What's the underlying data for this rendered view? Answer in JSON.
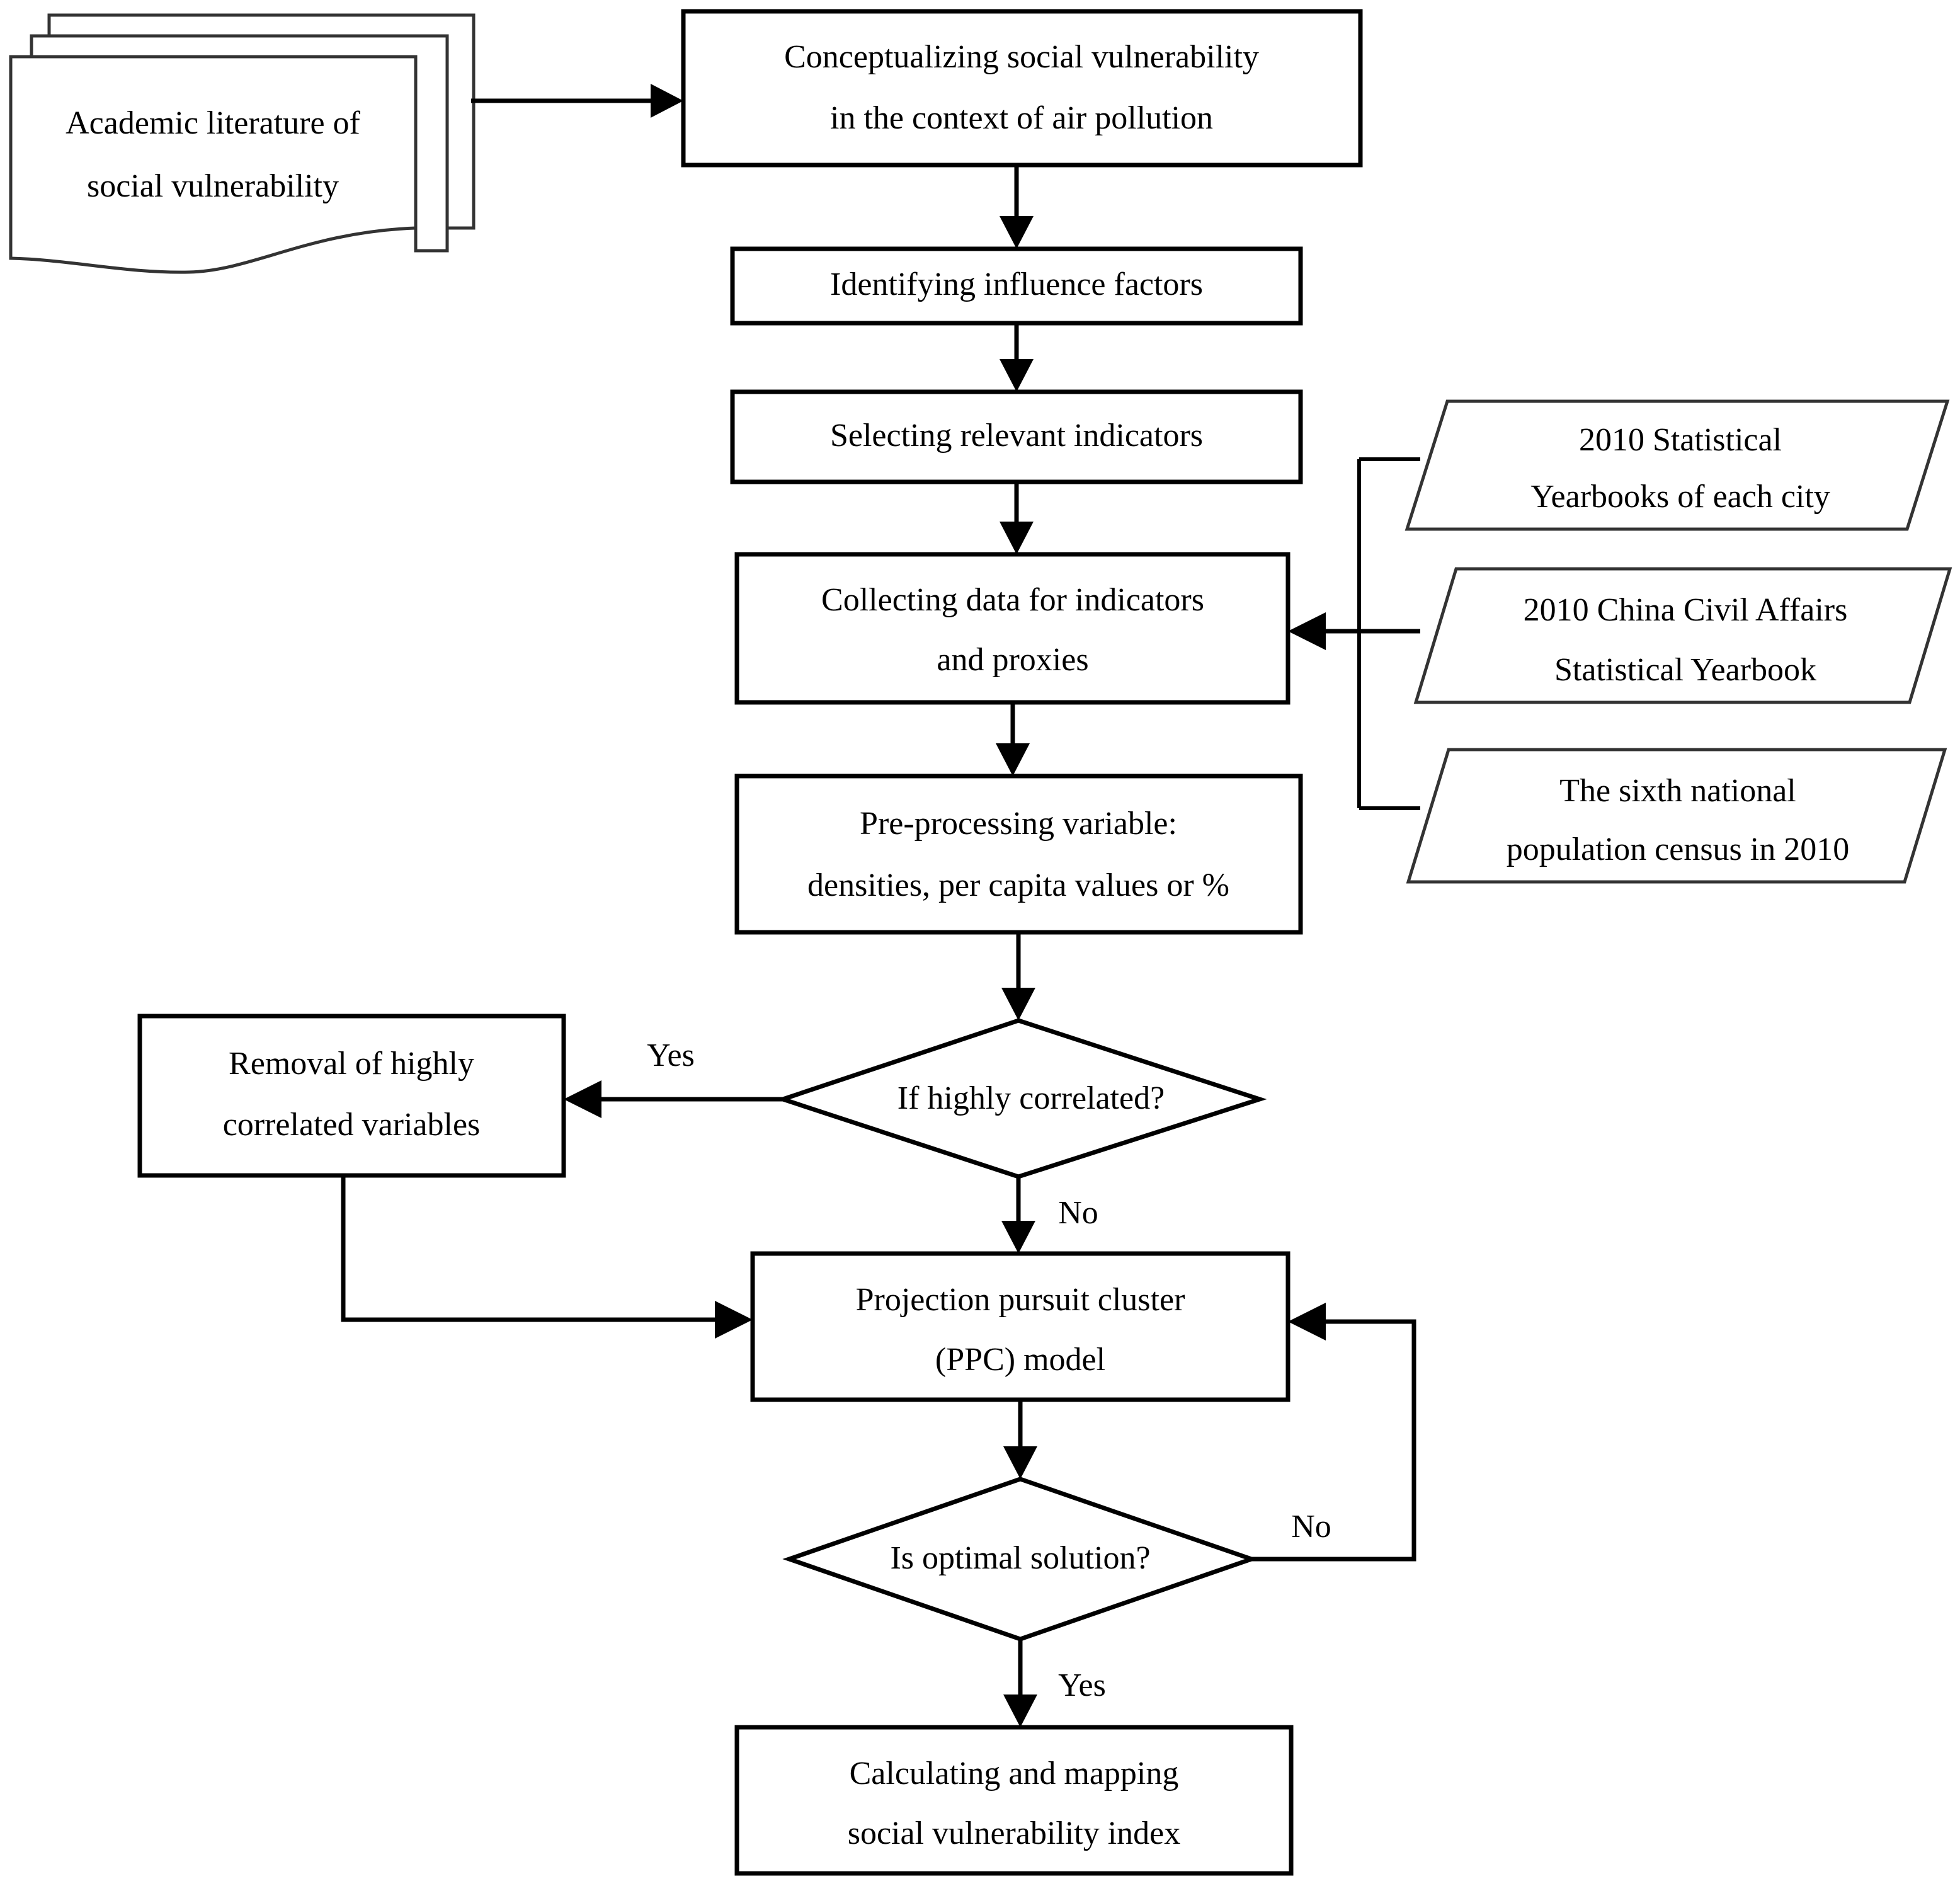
{
  "diagram": {
    "type": "flowchart",
    "title": "Social vulnerability assessment methodology flowchart",
    "colors": {
      "stroke": "#000000",
      "fill": "#ffffff",
      "text": "#000000"
    },
    "nodes": {
      "academic_literature": {
        "shape": "document-stack",
        "line1": "Academic literature of",
        "line2": "social vulnerability"
      },
      "conceptualizing": {
        "shape": "process",
        "line1": "Conceptualizing social vulnerability",
        "line2": "in the context of air pollution"
      },
      "identifying_factors": {
        "shape": "process",
        "line1": "Identifying influence factors",
        "line2": ""
      },
      "selecting_indicators": {
        "shape": "process",
        "line1": "Selecting relevant indicators",
        "line2": ""
      },
      "collecting_data": {
        "shape": "process",
        "line1": "Collecting data for indicators",
        "line2": "and proxies"
      },
      "preprocessing": {
        "shape": "process",
        "line1": "Pre-processing variable:",
        "line2": "densities, per capita values or %"
      },
      "if_highly_correlated": {
        "shape": "decision",
        "line1": "If highly correlated?",
        "line2": ""
      },
      "removal_variables": {
        "shape": "process",
        "line1": "Removal of highly",
        "line2": "correlated variables"
      },
      "ppc_model": {
        "shape": "process",
        "line1": "Projection pursuit cluster",
        "line2": "(PPC) model"
      },
      "is_optimal_solution": {
        "shape": "decision",
        "line1": "Is optimal solution?",
        "line2": ""
      },
      "calculating_mapping": {
        "shape": "process",
        "line1": "Calculating and mapping",
        "line2": "social vulnerability index"
      },
      "source_yearbooks_city": {
        "shape": "data-parallelogram",
        "line1": "2010 Statistical",
        "line2": "Yearbooks of each city"
      },
      "source_civil_affairs": {
        "shape": "data-parallelogram",
        "line1": "2010 China Civil Affairs",
        "line2": "Statistical Yearbook"
      },
      "source_census": {
        "shape": "data-parallelogram",
        "line1": "The sixth national",
        "line2": "population census in 2010"
      }
    },
    "edge_labels": {
      "correlated_yes": "Yes",
      "correlated_no": "No",
      "optimal_no": "No",
      "optimal_yes": "Yes"
    }
  }
}
